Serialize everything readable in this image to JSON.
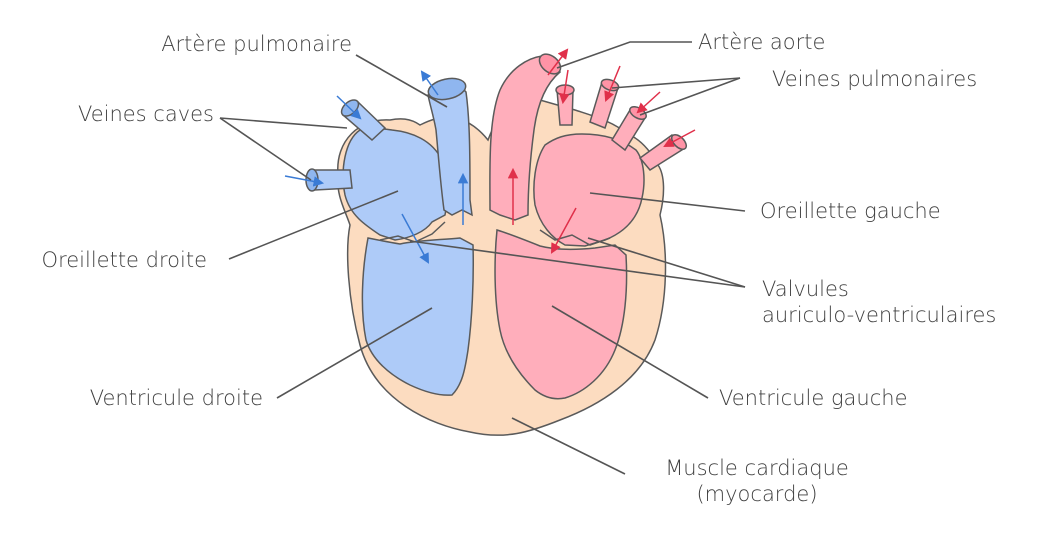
{
  "labels": {
    "arterePulmonaire": "Artère pulmonaire",
    "artereAorte": "Artère aorte",
    "veinesCaves": "Veines caves",
    "veinesPulmonaires": "Veines pulmonaires",
    "oreilletteGauche": "Oreillette gauche",
    "oreilletteDroite": "Oreillette droite",
    "valvules_line1": "Valvules",
    "valvules_line2": "auriculo-ventriculaires",
    "ventriculeDroite": "Ventricule droite",
    "ventriculeGauche": "Ventricule gauche",
    "muscle_line1": "Muscle cardiaque",
    "muscle_line2": "(myocarde)"
  },
  "colors": {
    "muscle": "#fcdcc0",
    "venous": "#aecbf8",
    "arterial": "#ffaebb",
    "outline": "#5a5a5a",
    "venousArrow": "#3a7bd5",
    "arterialArrow": "#e0304a",
    "leader": "#555555"
  }
}
